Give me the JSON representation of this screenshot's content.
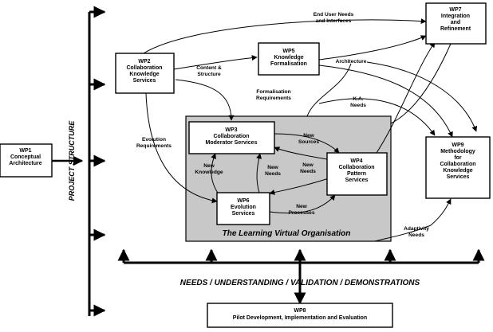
{
  "axes": {
    "vertical_label": "PROJECT STRUCTURE",
    "horizontal_label": "NEEDS / UNDERSTANDING /  VALIDATION / DEMONSTRATIONS"
  },
  "region": {
    "label": "The Learning Virtual Organisation"
  },
  "boxes": {
    "wp1": [
      "WP1",
      "Conceptual",
      "Architecture"
    ],
    "wp2": [
      "WP2",
      "Collaboration",
      "Knowledge",
      "Services"
    ],
    "wp3": [
      "WP3",
      "Collaboration",
      "Moderator Services"
    ],
    "wp4": [
      "WP4",
      "Collaboration",
      "Pattern",
      "Services"
    ],
    "wp5": [
      "WP5",
      "Knowledge",
      "Formalisation"
    ],
    "wp6": [
      "WP6",
      "Evolution",
      "Services"
    ],
    "wp7": [
      "WP7",
      "Integration",
      "and",
      "Refinement"
    ],
    "wp8": [
      "WP8",
      "Pilot Development, Implementation and Evaluation"
    ],
    "wp9": [
      "WP9",
      "Methodology",
      "for",
      "Collaboration",
      "Knowledge",
      "Services"
    ]
  },
  "labels": {
    "end_user": [
      "End User Needs",
      "and Interfaces"
    ],
    "content": [
      "Content &",
      "Structure"
    ],
    "architecture": [
      "Architecture"
    ],
    "formalisation_req": [
      "Formalisation",
      "Requirements"
    ],
    "ka_needs": [
      "K.A.",
      "Needs"
    ],
    "evolution_req": [
      "Evolution",
      "Requirements"
    ],
    "new_sources": [
      "New",
      "Sources"
    ],
    "new_knowledge_1": [
      "New",
      "Knowledge"
    ],
    "new_needs_1": [
      "New",
      "Needs"
    ],
    "new_needs_2": [
      "New",
      "Needs"
    ],
    "new_processes": [
      "New",
      "Processes"
    ],
    "adaptivity": [
      "Adaptivity",
      "Needs"
    ]
  }
}
